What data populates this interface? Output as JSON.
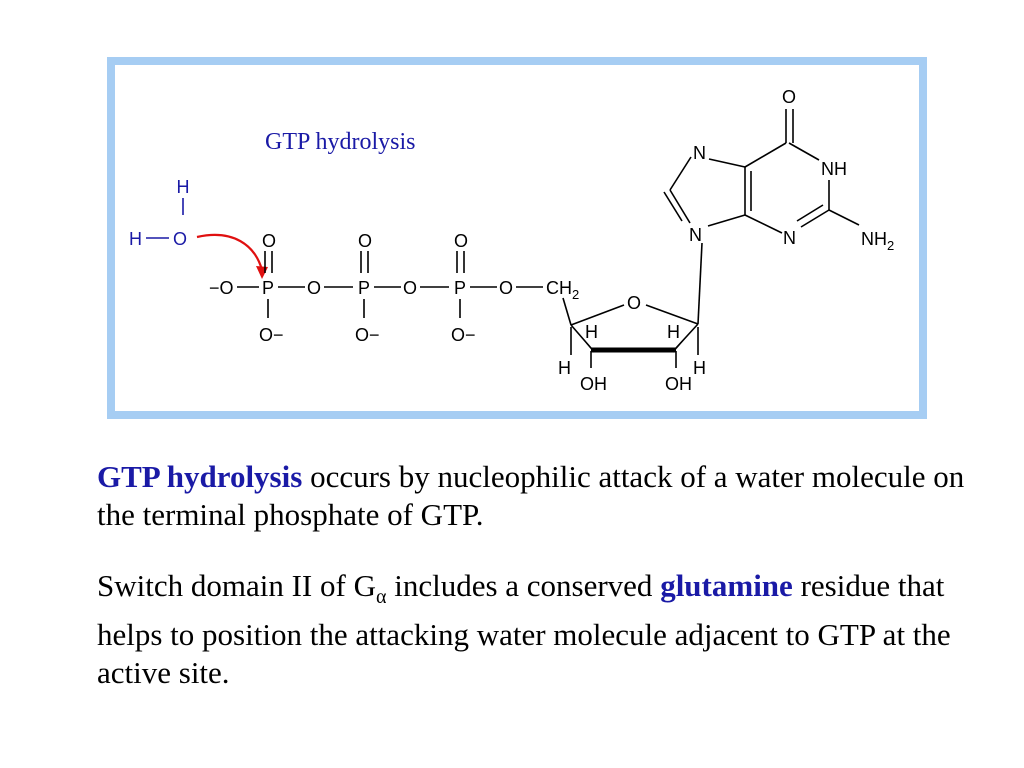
{
  "figure": {
    "title": "GTP hydrolysis",
    "water": {
      "h_top": "H",
      "h_left": "H",
      "o": "O"
    },
    "phosphates": {
      "o_minus_left": "−O",
      "p": "P",
      "o": "O",
      "o_minus": "O−"
    },
    "ribose": {
      "ch": "CH",
      "two": "2",
      "o": "O",
      "h": "H",
      "oh": "OH"
    },
    "base": {
      "o": "O",
      "nh": "NH",
      "n": "N",
      "nh2": "NH",
      "two": "2"
    }
  },
  "text": {
    "p1_keyword": "GTP hydrolysis",
    "p1_rest": " occurs by nucleophilic attack of a water molecule on the terminal phosphate of GTP.",
    "p2_start": "Switch domain II of G",
    "p2_sub": "α",
    "p2_mid": " includes a conserved ",
    "p2_keyword": "glutamine",
    "p2_end": " residue that helps to position the attacking water molecule adjacent to GTP at the active site."
  },
  "colors": {
    "frame": "#a6cdf3",
    "accent": "#1a1aa6",
    "arrow": "#e01010"
  }
}
